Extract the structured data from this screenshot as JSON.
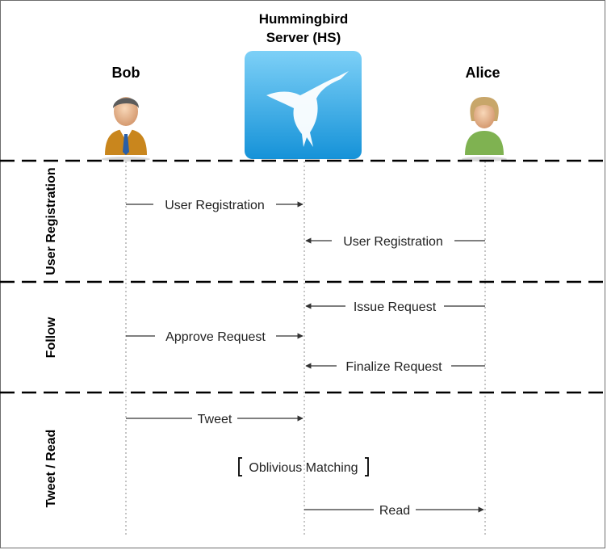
{
  "actors": {
    "bob": {
      "name": "Bob"
    },
    "server": {
      "title_line1": "Hummingbird",
      "title_line2": "Server (HS)"
    },
    "alice": {
      "name": "Alice"
    }
  },
  "phases": [
    {
      "label": "User Registration"
    },
    {
      "label": "Follow"
    },
    {
      "label": "Tweet / Read"
    }
  ],
  "messages": [
    {
      "label": "User Registration",
      "from": "bob",
      "to": "server"
    },
    {
      "label": "User Registration",
      "from": "alice",
      "to": "server"
    },
    {
      "label": "Issue Request",
      "from": "alice",
      "to": "server"
    },
    {
      "label": "Approve Request",
      "from": "bob",
      "to": "server"
    },
    {
      "label": "Finalize Request",
      "from": "alice",
      "to": "server"
    },
    {
      "label": "Tweet",
      "from": "bob",
      "to": "server"
    },
    {
      "label": "Read",
      "from": "server",
      "to": "alice"
    }
  ],
  "note": {
    "label": "Oblivious Matching"
  },
  "colors": {
    "server_icon_top": "#6cc9f5",
    "server_icon_bottom": "#1592d8",
    "bob_suit": "#c9861d",
    "alice_shirt": "#7fb251",
    "divider": "#000000",
    "lifeline": "#8c8c8c"
  }
}
